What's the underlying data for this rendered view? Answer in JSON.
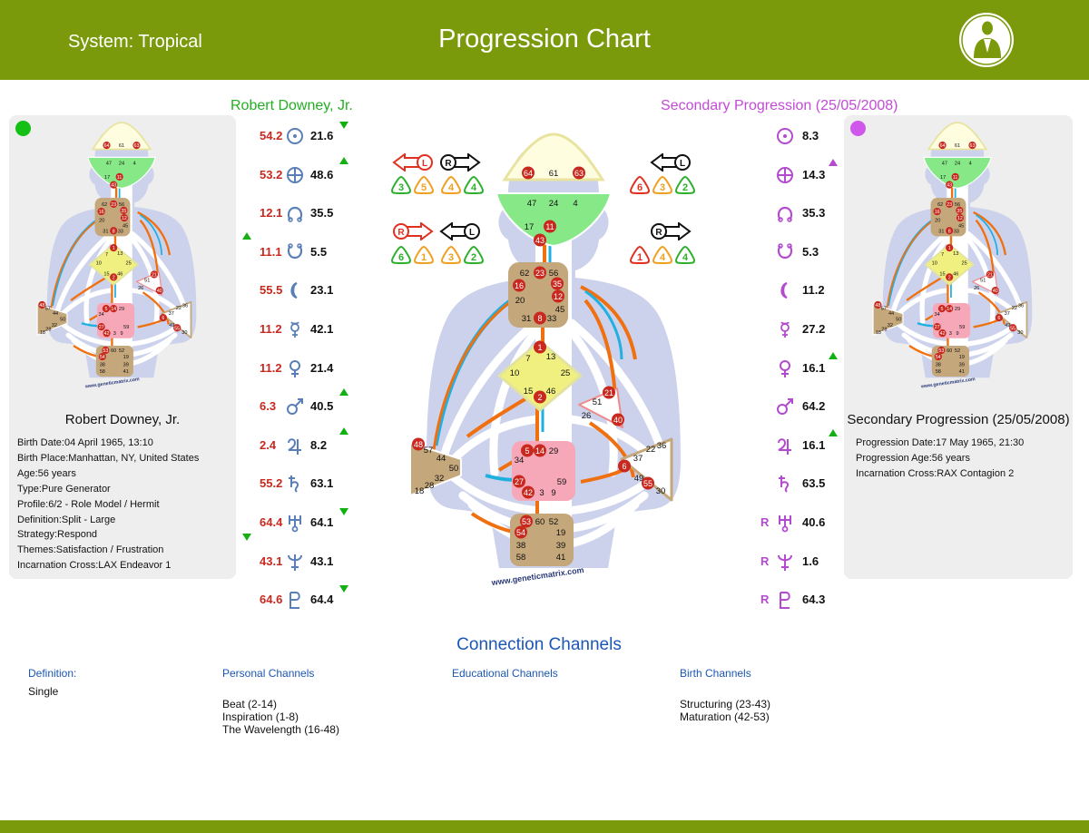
{
  "header": {
    "system": "System: Tropical",
    "title": "Progression Chart"
  },
  "persons": {
    "design_name": "Robert Downey, Jr.",
    "progression_name": "Secondary Progression (25/05/2008)"
  },
  "left_panel": {
    "title": "Robert Downey, Jr.",
    "info": [
      "Birth Date:04 April 1965, 13:10",
      "Birth Place:Manhattan, NY, United States",
      "Age:56  years",
      "Type:Pure Generator",
      "Profile:6/2 - Role Model / Hermit",
      "Definition:Split - Large",
      "Strategy:Respond",
      "Themes:Satisfaction / Frustration",
      "Incarnation Cross:LAX Endeavor 1"
    ]
  },
  "right_panel": {
    "title": "Secondary Progression (25/05/2008)",
    "info": [
      "Progression Date:17 May 1965, 21:30",
      "Progression Age:56  years",
      "Incarnation Cross:RAX Contagion 2"
    ]
  },
  "planets": [
    {
      "name": "sun",
      "design": "54.2",
      "personality": "21.6",
      "progression": "8.3",
      "design_mark": "",
      "pers_mark": "down",
      "prog_mark": "",
      "prog_retro": ""
    },
    {
      "name": "earth",
      "design": "53.2",
      "personality": "48.6",
      "progression": "14.3",
      "design_mark": "",
      "pers_mark": "up",
      "prog_mark": "up",
      "prog_retro": ""
    },
    {
      "name": "north-node",
      "design": "12.1",
      "personality": "35.5",
      "progression": "35.3",
      "design_mark": "",
      "pers_mark": "",
      "prog_mark": "",
      "prog_retro": ""
    },
    {
      "name": "south-node",
      "design": "11.1",
      "personality": "5.5",
      "progression": "5.3",
      "design_mark": "up",
      "pers_mark": "",
      "prog_mark": "",
      "prog_retro": ""
    },
    {
      "name": "moon",
      "design": "55.5",
      "personality": "23.1",
      "progression": "11.2",
      "design_mark": "",
      "pers_mark": "",
      "prog_mark": "",
      "prog_retro": ""
    },
    {
      "name": "mercury",
      "design": "11.2",
      "personality": "42.1",
      "progression": "27.2",
      "design_mark": "",
      "pers_mark": "",
      "prog_mark": "",
      "prog_retro": ""
    },
    {
      "name": "venus",
      "design": "11.2",
      "personality": "21.4",
      "progression": "16.1",
      "design_mark": "",
      "pers_mark": "",
      "prog_mark": "up",
      "prog_retro": ""
    },
    {
      "name": "mars",
      "design": "6.3",
      "personality": "40.5",
      "progression": "64.2",
      "design_mark": "",
      "pers_mark": "up",
      "prog_mark": "",
      "prog_retro": ""
    },
    {
      "name": "jupiter",
      "design": "2.4",
      "personality": "8.2",
      "progression": "16.1",
      "design_mark": "",
      "pers_mark": "up",
      "prog_mark": "up",
      "prog_retro": ""
    },
    {
      "name": "saturn",
      "design": "55.2",
      "personality": "63.1",
      "progression": "63.5",
      "design_mark": "",
      "pers_mark": "",
      "prog_mark": "",
      "prog_retro": ""
    },
    {
      "name": "uranus",
      "design": "64.4",
      "personality": "64.1",
      "progression": "40.6",
      "design_mark": "down",
      "pers_mark": "down",
      "prog_mark": "",
      "prog_retro": "R"
    },
    {
      "name": "neptune",
      "design": "43.1",
      "personality": "43.1",
      "progression": "1.6",
      "design_mark": "",
      "pers_mark": "",
      "prog_mark": "",
      "prog_retro": "R"
    },
    {
      "name": "pluto",
      "design": "64.6",
      "personality": "64.4",
      "progression": "64.3",
      "design_mark": "",
      "pers_mark": "down",
      "prog_mark": "",
      "prog_retro": "R"
    }
  ],
  "variables": {
    "left_top_arrows": [
      "L",
      "R"
    ],
    "left_top_numbers": [
      "3",
      "5",
      "4",
      "4"
    ],
    "left_bottom_arrows": [
      "R",
      "L"
    ],
    "left_bottom_numbers": [
      "6",
      "1",
      "3",
      "2"
    ],
    "right_top_arrows": [
      "L"
    ],
    "right_top_numbers": [
      "6",
      "3",
      "2"
    ],
    "right_bottom_arrows": [
      "R"
    ],
    "right_bottom_numbers": [
      "1",
      "4",
      "4"
    ]
  },
  "bodygraph": {
    "watermark": "www.geneticmatrix.com",
    "gates": {
      "head": [
        "64",
        "61",
        "63"
      ],
      "ajna": [
        "47",
        "24",
        "4",
        "17",
        "11",
        "43"
      ],
      "throat": [
        "62",
        "23",
        "56",
        "16",
        "35",
        "20",
        "12",
        "45",
        "31",
        "8",
        "33"
      ],
      "g": [
        "1",
        "7",
        "13",
        "10",
        "25",
        "15",
        "46",
        "2"
      ],
      "ego": [
        "51",
        "21",
        "26",
        "40"
      ],
      "spleen": [
        "48",
        "57",
        "44",
        "50",
        "32",
        "18",
        "28"
      ],
      "sacral": [
        "5",
        "14",
        "29",
        "34",
        "59",
        "27",
        "42",
        "3",
        "9"
      ],
      "solar": [
        "36",
        "22",
        "37",
        "6",
        "49",
        "55",
        "30"
      ],
      "root": [
        "53",
        "60",
        "52",
        "54",
        "19",
        "38",
        "39",
        "58",
        "41"
      ]
    }
  },
  "channels": {
    "title": "Connection Channels",
    "definition_head": "Definition:",
    "definition_value": "Single",
    "personal_head": "Personal Channels",
    "personal_items": [
      "Beat (2-14)",
      "Inspiration (1-8)",
      "The Wavelength (16-48)"
    ],
    "educational_head": "Educational Channels",
    "educational_items": [],
    "birth_head": "Birth Channels",
    "birth_items": [
      "Structuring (23-43)",
      "Maturation (42-53)"
    ]
  },
  "colors": {
    "header_green": "#7a9a0c",
    "design_red": "#c8281e",
    "personality_black": "#111111",
    "progression_purple": "#b44ad0",
    "arrow_green": "#13b013",
    "channel_orange": "#f07010",
    "channel_cyan": "#20b0e0"
  }
}
